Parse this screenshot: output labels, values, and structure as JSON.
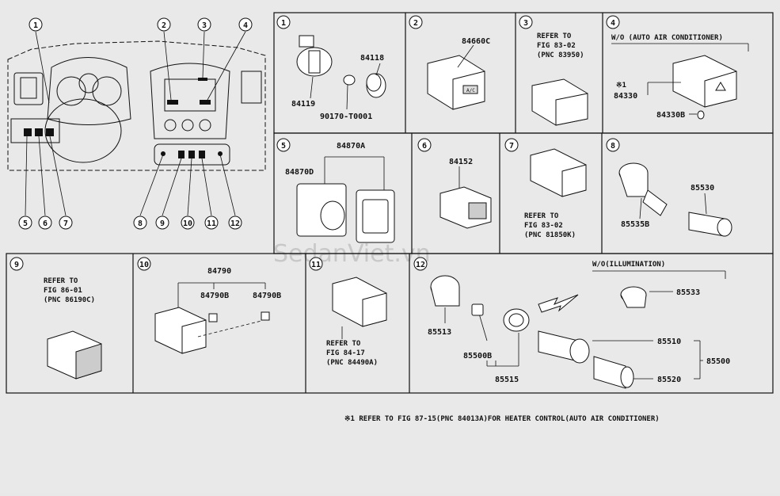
{
  "watermark": "SedanViet.vn",
  "footnote": "※1 REFER TO FIG 87-15(PNC 84013A)FOR HEATER CONTROL(AUTO AIR CONDITIONER)",
  "overview_callouts": [
    "1",
    "2",
    "3",
    "4",
    "5",
    "6",
    "7",
    "8",
    "9",
    "10",
    "11",
    "12"
  ],
  "cells": {
    "c1": {
      "num": "1",
      "parts": {
        "a": "84119",
        "b": "84118",
        "c": "90170-T0001"
      }
    },
    "c2": {
      "num": "2",
      "parts": {
        "a": "84660C"
      },
      "switch_text": "A/C"
    },
    "c3": {
      "num": "3",
      "note": [
        "REFER TO",
        "FIG 83-02",
        "(PNC 83950)"
      ]
    },
    "c4": {
      "num": "4",
      "header": "W/O (AUTO AIR CONDITIONER)",
      "mark": "※1",
      "parts": {
        "a": "84330",
        "b": "84330B"
      }
    },
    "c5": {
      "num": "5",
      "parts": {
        "a": "84870A",
        "b": "84870D"
      }
    },
    "c6": {
      "num": "6",
      "parts": {
        "a": "84152"
      }
    },
    "c7": {
      "num": "7",
      "note": [
        "REFER TO",
        "FIG 83-02",
        "(PNC 81850K)"
      ]
    },
    "c8": {
      "num": "8",
      "parts": {
        "a": "85535B",
        "b": "85530"
      }
    },
    "c9": {
      "num": "9",
      "note": [
        "REFER TO",
        "FIG 86-01",
        "(PNC 86190C)"
      ]
    },
    "c10": {
      "num": "10",
      "parts": {
        "a": "84790",
        "b": "84790B",
        "c": "84790B"
      }
    },
    "c11": {
      "num": "11",
      "note": [
        "REFER TO",
        "FIG 84-17",
        "(PNC 84490A)"
      ]
    },
    "c12": {
      "num": "12",
      "header": "W/O(ILLUMINATION)",
      "parts": {
        "a": "85533",
        "b": "85513",
        "c": "85500B",
        "d": "85515",
        "e": "85510",
        "f": "85500",
        "g": "85520"
      }
    }
  }
}
